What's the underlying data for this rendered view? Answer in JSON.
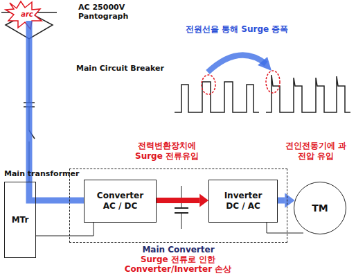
{
  "diagram": {
    "nodes": [
      {
        "text": [
          "MTr"
        ]
      },
      {
        "text": [
          "Main Converter"
        ]
      },
      {
        "text": [
          "Converter",
          "AC / DC"
        ],
        "in": 1
      },
      {
        "text": [
          "Inverter",
          "DC / AC"
        ],
        "in": 1
      },
      {
        "text": [
          "TM"
        ]
      }
    ],
    "edges": [
      {
        "from": 0,
        "to": 2,
        "arrow": "none"
      },
      {
        "from": 2,
        "to": 3,
        "arrow": "to"
      },
      {
        "from": 3,
        "to": 4,
        "arrow": "to"
      }
    ],
    "labels": [
      "arc",
      "AC 25000V Pantograph",
      "Main Circuit Breaker",
      "Main transformer",
      "전원선을 통해 Surge 증폭",
      "전력변환장치에 Surge 전류유입",
      "견인전동기에 과전압 유입",
      "Surge 전류로 인한 Converter/Inverter 손상"
    ]
  }
}
